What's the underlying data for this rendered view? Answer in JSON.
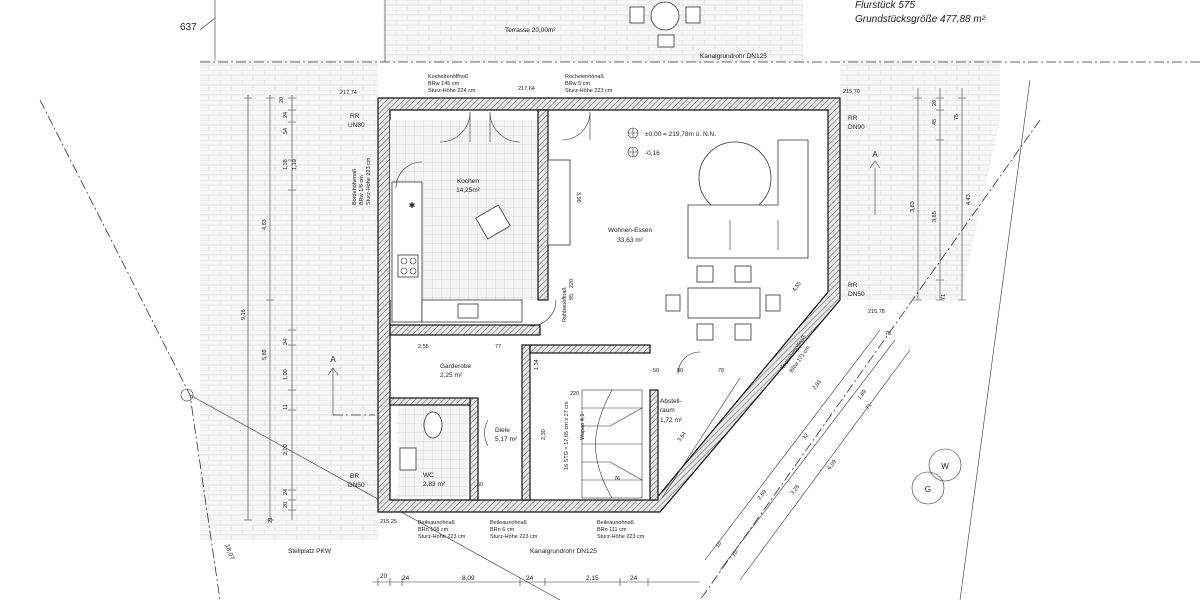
{
  "site": {
    "parcel": "Flurstück 575",
    "area": "Grundstücksgröße 477,88 m²",
    "parcel_left": "637",
    "terrace": "Terrasse 20,00m²",
    "parking": "Stellplatz PKW",
    "slope_dim": "18,07"
  },
  "drains": {
    "top": "Kanalgrundrohr DN125",
    "bottom": "Kanalgrundrohr DN125",
    "rr_left_a": "RR",
    "rr_left_b": "UN80",
    "rr_right_a": "RR",
    "rr_right_b": "DN90",
    "rr_right2_a": "RR",
    "rr_right2_b": "DN50",
    "br_a": "BR",
    "br_b": "DN50"
  },
  "levels": {
    "tl": "217,74",
    "tm": "217,64",
    "tr": "215,70",
    "r": "215,78",
    "bl": "215,25",
    "zero": "±0,00 = 219,78m ü. N.N.",
    "minus": "-0,16"
  },
  "rooms": {
    "kitchen_name": "Kochen",
    "kitchen_area": "14,25m²",
    "living_name": "Wohnen-Essen",
    "living_area": "33,63 m²",
    "wardrobe_name": "Garderobe",
    "wardrobe_area": "2,25 m²",
    "hall_name": "Diele",
    "hall_area": "5,17 m²",
    "wc_name": "WC",
    "wc_area": "2,83 m²",
    "storage_name1": "Abstell-",
    "storage_name2": "raum",
    "storage_area": "1,72 m²"
  },
  "windows": {
    "w1_a": "Kochelrenöffnoß",
    "w1_b": "BRw 145 cm",
    "w1_c": "Sturz-Höhe 224 cm",
    "w2_a": "Rocheienhönaß",
    "w2_b": "BRw 5 cm",
    "w2_c": "Sturz-Höhe 223 cm",
    "b1_a": "Beileaunohnaß",
    "b1_b": "BRn 108 cm",
    "b1_c": "Sturz-Höhe 223 cm",
    "b2_a": "Beileaunohnaß",
    "b2_b": "BRn 6 cm",
    "b2_c": "Sturz-Höhe 223 cm",
    "b3_a": "Beileaunohnaß",
    "b3_b": "BRn 111 cm",
    "b3_c": "Sturz-Höhe 223 cm",
    "side_a": "Bördehöhenaß",
    "side_b": "BRw 1/8 cm",
    "side_c": "Sturz-Höhe 223 cm",
    "diag_a": "Kochelrenöffnoß",
    "diag_b": "BRw 171 cm",
    "stair": "16 STG = 17,65 cm x 27 cm",
    "stair2": "Wapao 4,1",
    "rough": "Rohbauöffnaß"
  },
  "dims_left": {
    "d1": "20",
    "d2": "24",
    "d3": "54",
    "d4": "1,38",
    "d5": "1,10",
    "d6": "4,63",
    "d7": "9,16",
    "d8": "5,89",
    "d9": "24",
    "d10": "1,00",
    "d11": "11",
    "d12": "2,00",
    "d13": "24",
    "d14": "20",
    "d15": "21"
  },
  "dims_right": {
    "d1": "20",
    "d2": "45",
    "d3": "75",
    "d4": "3,65",
    "d5": "3,83",
    "d6": "4,43",
    "d7": "71"
  },
  "dims_inner": {
    "i1": "2,55",
    "i2": "77",
    "i3": "1,34",
    "i4": "2,30",
    "i5": "60",
    "i6": "3,96",
    "i7": "220",
    "i8": "95",
    "i9": "50",
    "i10": "80",
    "i11": "78",
    "i12": "220",
    "i13": "3,64",
    "i14": "76",
    "i15": "4,55"
  },
  "dims_diag": {
    "a1": "2,83",
    "a2": "1,69",
    "a3": "32",
    "a4": "71",
    "a5": "6,09",
    "a6": "3,28",
    "a7": "2,69",
    "a8": "10",
    "a9": "10",
    "a10": "75"
  },
  "dims_bottom": {
    "b1": "20",
    "b2": "24",
    "b3": "8,09",
    "b4": "24",
    "b5": "2,15",
    "b6": "24"
  },
  "markers": {
    "section": "A",
    "compass_w": "W",
    "compass_g": "G"
  }
}
